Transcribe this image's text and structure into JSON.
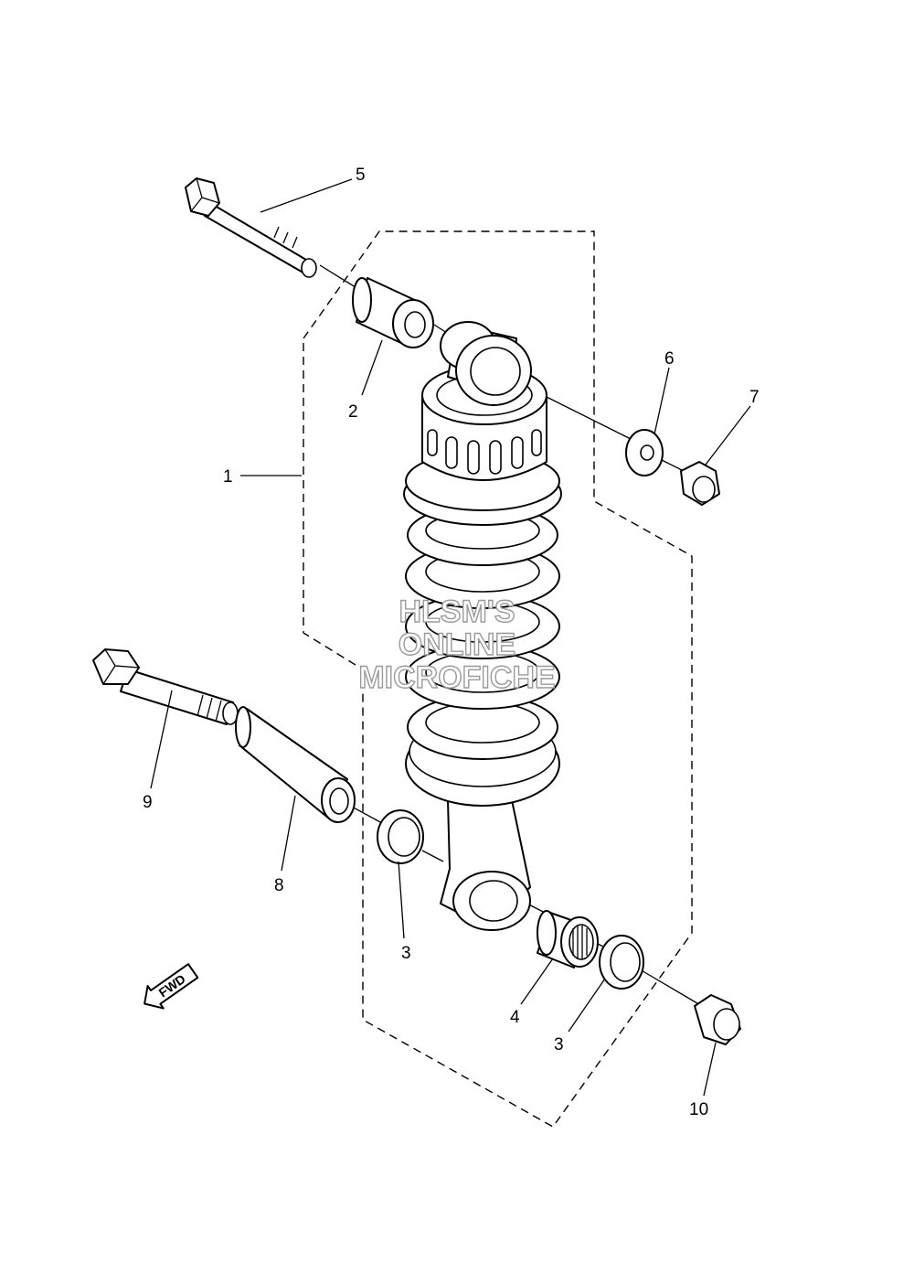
{
  "callouts": [
    {
      "id": "1",
      "text": "1"
    },
    {
      "id": "2",
      "text": "2"
    },
    {
      "id": "3a",
      "text": "3"
    },
    {
      "id": "3b",
      "text": "3"
    },
    {
      "id": "4",
      "text": "4"
    },
    {
      "id": "5",
      "text": "5"
    },
    {
      "id": "6",
      "text": "6"
    },
    {
      "id": "7",
      "text": "7"
    },
    {
      "id": "8",
      "text": "8"
    },
    {
      "id": "9",
      "text": "9"
    },
    {
      "id": "10",
      "text": "10"
    }
  ],
  "watermark": {
    "line1": "HLSM'S",
    "line2": "ONLINE",
    "line3": "MICROFICHE"
  },
  "direction_badge": {
    "text": "FWD"
  }
}
